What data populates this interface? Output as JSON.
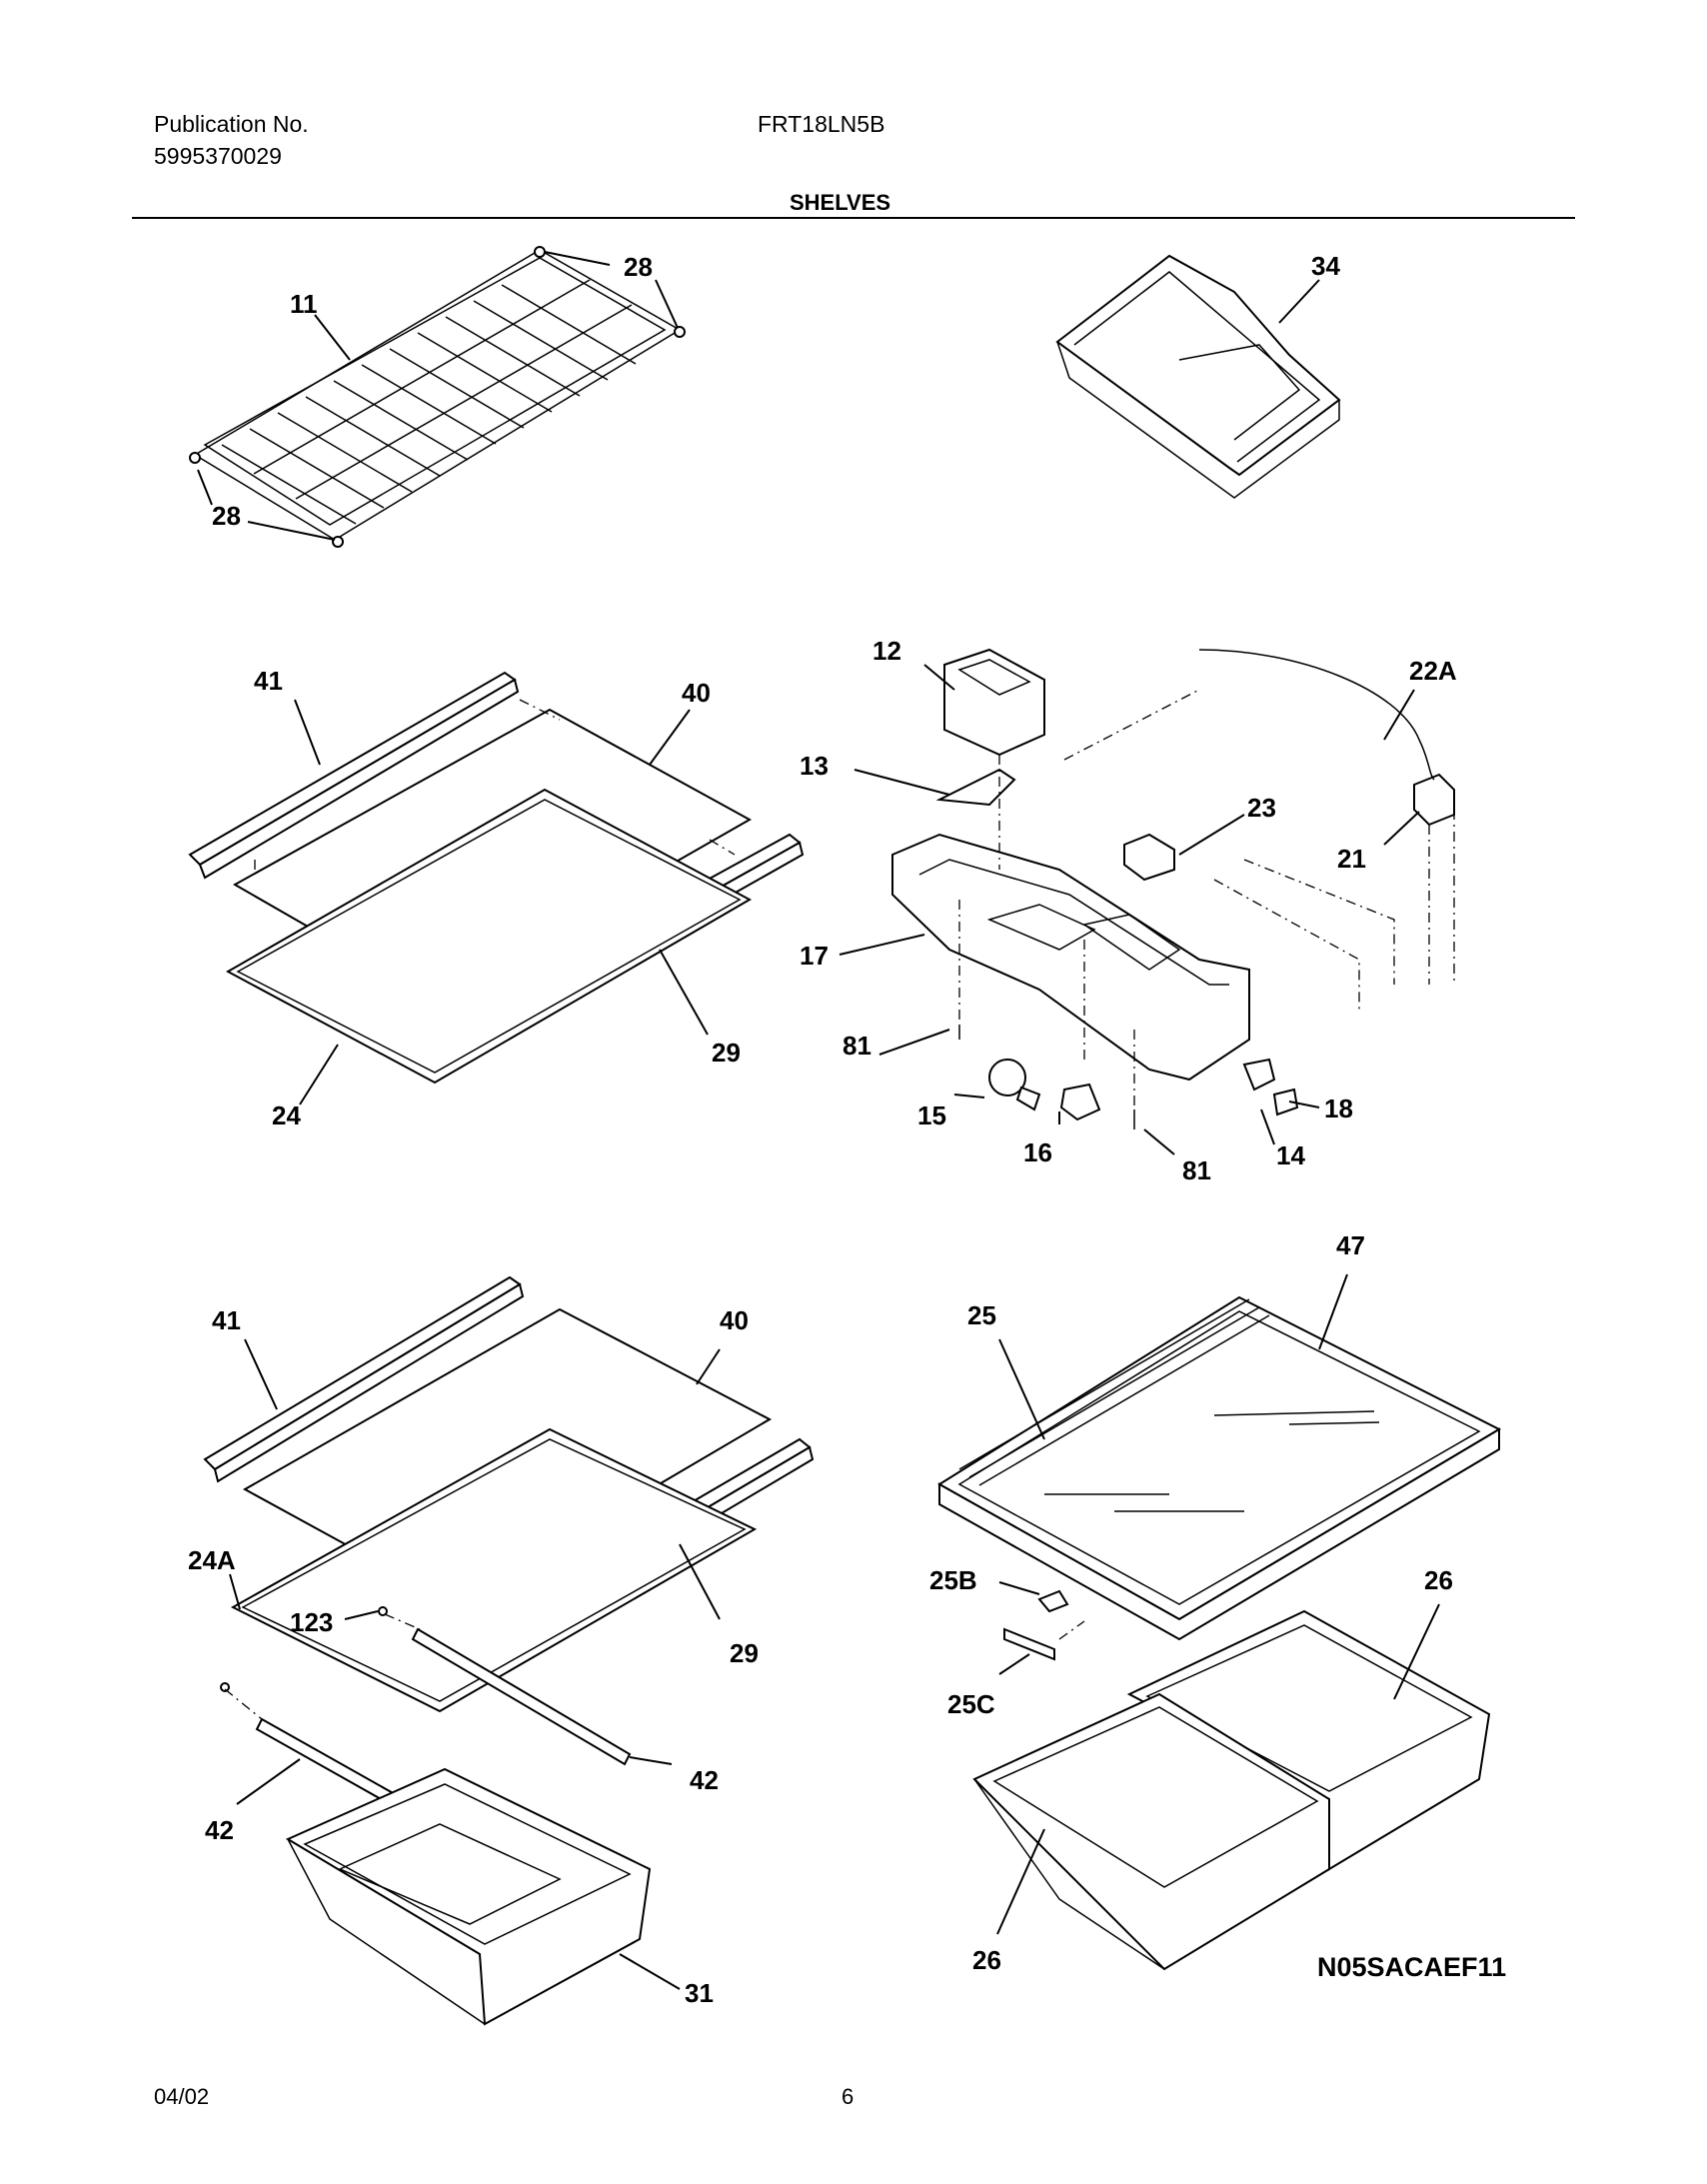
{
  "header": {
    "publication_label": "Publication No.",
    "publication_number": "5995370029",
    "model": "FRT18LN5B",
    "section_title": "SHELVES"
  },
  "callouts": {
    "c28a": "28",
    "c11": "11",
    "c28b": "28",
    "c34": "34",
    "c41a": "41",
    "c40a": "40",
    "c29a": "29",
    "c24": "24",
    "c12": "12",
    "c22a": "22A",
    "c13": "13",
    "c23": "23",
    "c21": "21",
    "c17": "17",
    "c81a": "81",
    "c18": "18",
    "c15": "15",
    "c16": "16",
    "c81b": "81",
    "c14": "14",
    "c41b": "41",
    "c40b": "40",
    "c24a": "24A",
    "c123": "123",
    "c29b": "29",
    "c42a": "42",
    "c42b": "42",
    "c31": "31",
    "c47": "47",
    "c25": "25",
    "c25b": "25B",
    "c26a": "26",
    "c25c": "25C",
    "c26b": "26"
  },
  "footer": {
    "date": "04/02",
    "page": "6",
    "drawing_ref": "N05SACAEF11"
  }
}
